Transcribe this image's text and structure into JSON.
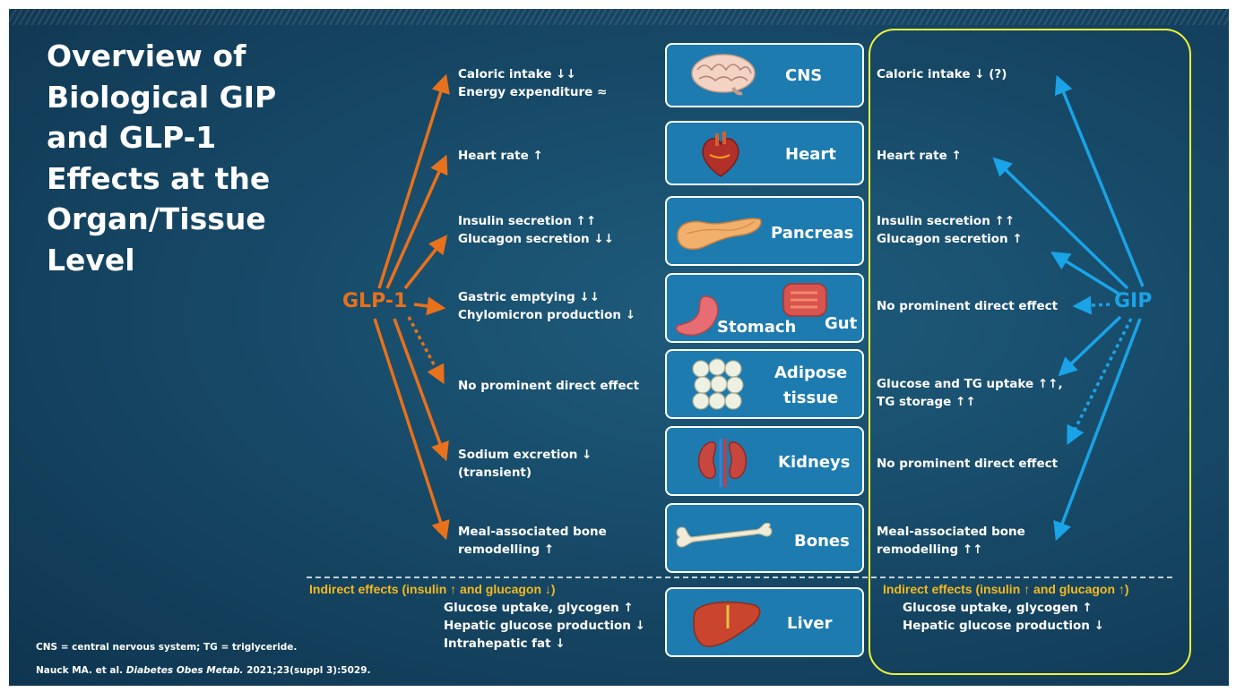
{
  "title": [
    "Overview of",
    "Biological GIP",
    "and GLP-1",
    "Effects at the",
    "Organ/Tissue",
    "Level"
  ],
  "hormones": {
    "left": {
      "label": "GLP-1",
      "color": "#e8711b"
    },
    "right": {
      "label": "GIP",
      "color": "#1aa3e6"
    }
  },
  "organs": [
    {
      "label": "CNS"
    },
    {
      "label": "Heart"
    },
    {
      "label": "Pancreas"
    },
    {
      "label_a": "Stomach",
      "label_b": "Gut"
    },
    {
      "label_a": "Adipose",
      "label_b": "tissue"
    },
    {
      "label": "Kidneys"
    },
    {
      "label": "Bones"
    },
    {
      "label": "Liver"
    }
  ],
  "glp1_effects": [
    [
      "Caloric intake ↓↓",
      "Energy expenditure ≈"
    ],
    [
      "Heart rate ↑"
    ],
    [
      "Insulin secretion ↑↑",
      "Glucagon secretion ↓↓"
    ],
    [
      "Gastric emptying ↓↓",
      "Chylomicron production ↓"
    ],
    [
      "No prominent direct effect"
    ],
    [
      "Sodium excretion ↓",
      "(transient)"
    ],
    [
      "Meal-associated bone",
      "remodelling ↑"
    ]
  ],
  "gip_effects": [
    [
      "Caloric intake ↓ (?)"
    ],
    [
      "Heart rate ↑"
    ],
    [
      "Insulin secretion ↑↑",
      "Glucagon secretion ↑"
    ],
    [
      "No prominent direct effect"
    ],
    [
      "Glucose and TG uptake ↑↑,",
      "TG storage ↑↑"
    ],
    [
      "No prominent direct effect"
    ],
    [
      "Meal-associated bone",
      "remodelling ↑↑"
    ]
  ],
  "indirect": {
    "left_heading": "Indirect effects (insulin ↑ and glucagon ↓)",
    "left_items": [
      "Glucose uptake, glycogen ↑",
      "Hepatic glucose production ↓",
      "Intrahepatic fat ↓"
    ],
    "right_heading": "Indirect effects (insulin ↑ and glucagon ↑)",
    "right_items": [
      "Glucose uptake, glycogen ↑",
      "Hepatic glucose production ↓"
    ]
  },
  "footnote": "CNS = central nervous system; TG = triglyceride.",
  "citation": {
    "authors": "Nauck MA. et al. ",
    "journal": "Diabetes Obes Metab.",
    "details": " 2021;23(suppl 3):5029."
  },
  "colors": {
    "orange": "#e8711b",
    "blue": "#1aa3e6",
    "yellow": "#f6b91e",
    "box": "#1d7bb0",
    "gip_frame": "#f2f23a"
  }
}
